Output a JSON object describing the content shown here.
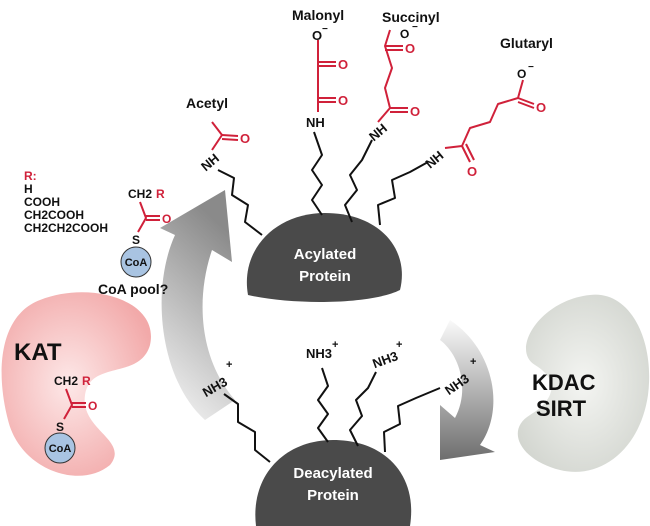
{
  "acyl_labels": {
    "acetyl": "Acetyl",
    "malonyl": "Malonyl",
    "succinyl": "Succinyl",
    "glutaryl": "Glutaryl"
  },
  "acylated_protein": {
    "line1": "Acylated",
    "line2": "Protein"
  },
  "deacylated_protein": {
    "line1": "Deacylated",
    "line2": "Protein"
  },
  "r_groups": {
    "title": "R:",
    "items": [
      "H",
      "COOH",
      "CH2COOH",
      "CH2CH2COOH"
    ]
  },
  "coa": {
    "label": "CoA",
    "pool_label": "CoA pool?",
    "ch2r": "CH2",
    "r": "R",
    "s": "S",
    "o": "O"
  },
  "kat": {
    "label": "KAT"
  },
  "kdac": {
    "line1": "KDAC",
    "line2": "SIRT"
  },
  "chem": {
    "nh": "NH",
    "nh3": "NH3",
    "plus": "+",
    "o": "O",
    "ominus": "O",
    "minus": "−"
  },
  "colors": {
    "acyl": "#d0213a",
    "protein": "#4a4a4a",
    "kat": "#f6c3c3",
    "kdac": "#e4e6e2",
    "coa": "#a9c4e2"
  }
}
